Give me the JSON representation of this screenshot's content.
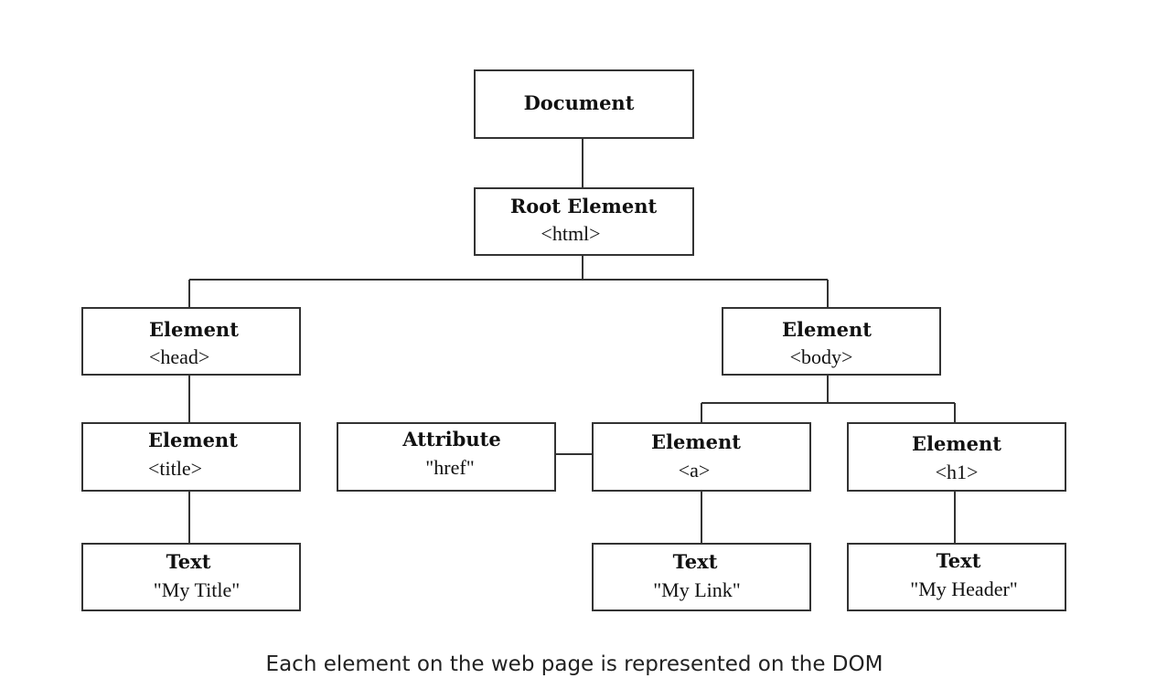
{
  "diagram": {
    "nodes": {
      "document": {
        "type": "Document"
      },
      "root": {
        "type": "Root Element",
        "value": "<html>"
      },
      "head": {
        "type": "Element",
        "value": "<head>"
      },
      "body": {
        "type": "Element",
        "value": "<body>"
      },
      "title": {
        "type": "Element",
        "value": "<title>"
      },
      "attribute": {
        "type": "Attribute",
        "value": "\"href\""
      },
      "a": {
        "type": "Element",
        "value": "<a>"
      },
      "h1": {
        "type": "Element",
        "value": "<h1>"
      },
      "title_text": {
        "type": "Text",
        "value": "\"My Title\""
      },
      "link_text": {
        "type": "Text",
        "value": "\"My Link\""
      },
      "header_text": {
        "type": "Text",
        "value": "\"My Header\""
      }
    },
    "caption": "Each element on the web page is represented on the DOM"
  }
}
